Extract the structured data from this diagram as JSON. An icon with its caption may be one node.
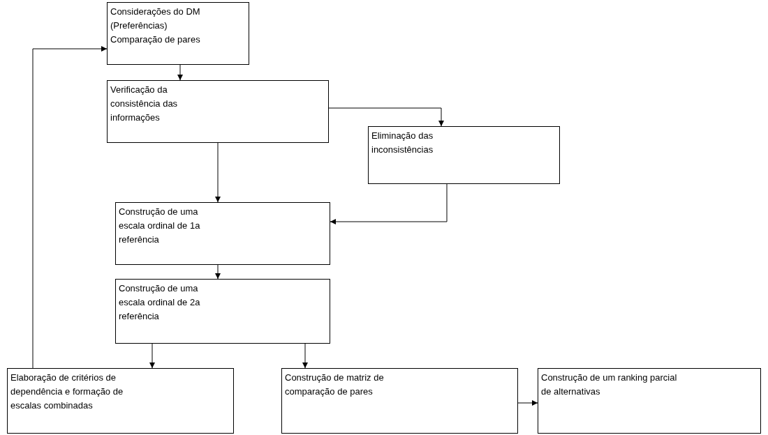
{
  "diagram": {
    "nodes": [
      {
        "text": [
          "Considerações do DM (Preferências) Comparação de pares"
        ]
      },
      {
        "text": [
          "Verificação da consistência das informações"
        ]
      },
      {
        "text": [
          "Eliminação das inconsistências"
        ]
      },
      {
        "text": [
          "Construção de uma escala ordinal de 1a referência"
        ]
      },
      {
        "text": [
          "Construção de uma escala ordinal de 2a referência"
        ]
      },
      {
        "text": [
          "Elaboração de critérios de dependência e formação de escalas combinadas"
        ]
      },
      {
        "text": [
          "Construção de matriz de comparação de pares"
        ]
      },
      {
        "text": [
          "Construção de um ranking parcial de alternativas"
        ]
      }
    ],
    "edges": [
      {
        "from": 0,
        "to": 1,
        "arrow": "to"
      },
      {
        "from": 1,
        "to": 2,
        "arrow": "to"
      },
      {
        "from": 1,
        "to": 3,
        "arrow": "to"
      },
      {
        "from": 2,
        "to": 3,
        "arrow": "to"
      },
      {
        "from": 3,
        "to": 4,
        "arrow": "to"
      },
      {
        "from": 4,
        "to": 5,
        "arrow": "to"
      },
      {
        "from": 4,
        "to": 6,
        "arrow": "to"
      },
      {
        "from": 6,
        "to": 7,
        "arrow": "to"
      },
      {
        "from": 5,
        "to": 0,
        "arrow": "to"
      }
    ]
  }
}
